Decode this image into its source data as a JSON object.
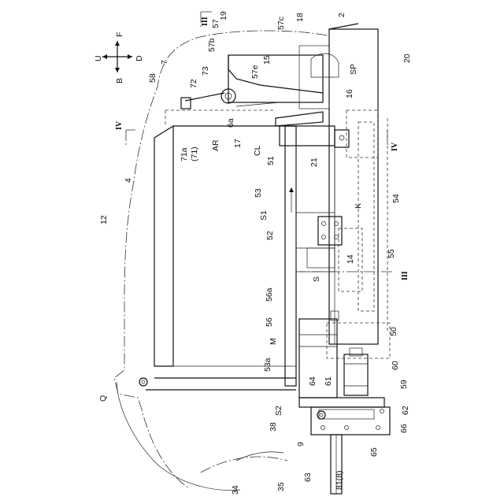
{
  "labels": {
    "l2": "2",
    "l4": "4",
    "l7": "7",
    "l9": "9",
    "l12": "12",
    "l14": "14",
    "l15": "15",
    "l16": "16",
    "l17": "17",
    "l18": "18",
    "l19": "19",
    "l20": "20",
    "l21": "21",
    "l34": "34",
    "l35": "35",
    "l38": "38",
    "l50": "50",
    "l51": "51",
    "l52": "52",
    "l53": "53",
    "l53a": "53a",
    "l54": "54",
    "l55": "55",
    "l56": "56",
    "l56a": "56a",
    "l57": "57",
    "l57b": "57b",
    "l57c": "57c",
    "l57e": "57e",
    "l58": "58",
    "l59": "59",
    "l60": "60",
    "l61": "61",
    "l62": "62",
    "l63": "63",
    "l64": "64",
    "l65": "65",
    "l66": "66",
    "l6a": "6a",
    "l71a": "71a",
    "l71": "(71)",
    "l72": "72",
    "l73": "73",
    "l81": "81(8)",
    "AR": "AR",
    "CL": "CL",
    "K": "K",
    "M": "M",
    "Q": "Q",
    "S": "S",
    "S1": "S1",
    "S2": "S2",
    "SP": "SP"
  },
  "section_marks": {
    "III_top": "III",
    "III_right": "III",
    "IV_left": "IV",
    "IV_right": "IV"
  },
  "direction": {
    "up": "U",
    "down": "D",
    "front": "F",
    "back": "B"
  }
}
